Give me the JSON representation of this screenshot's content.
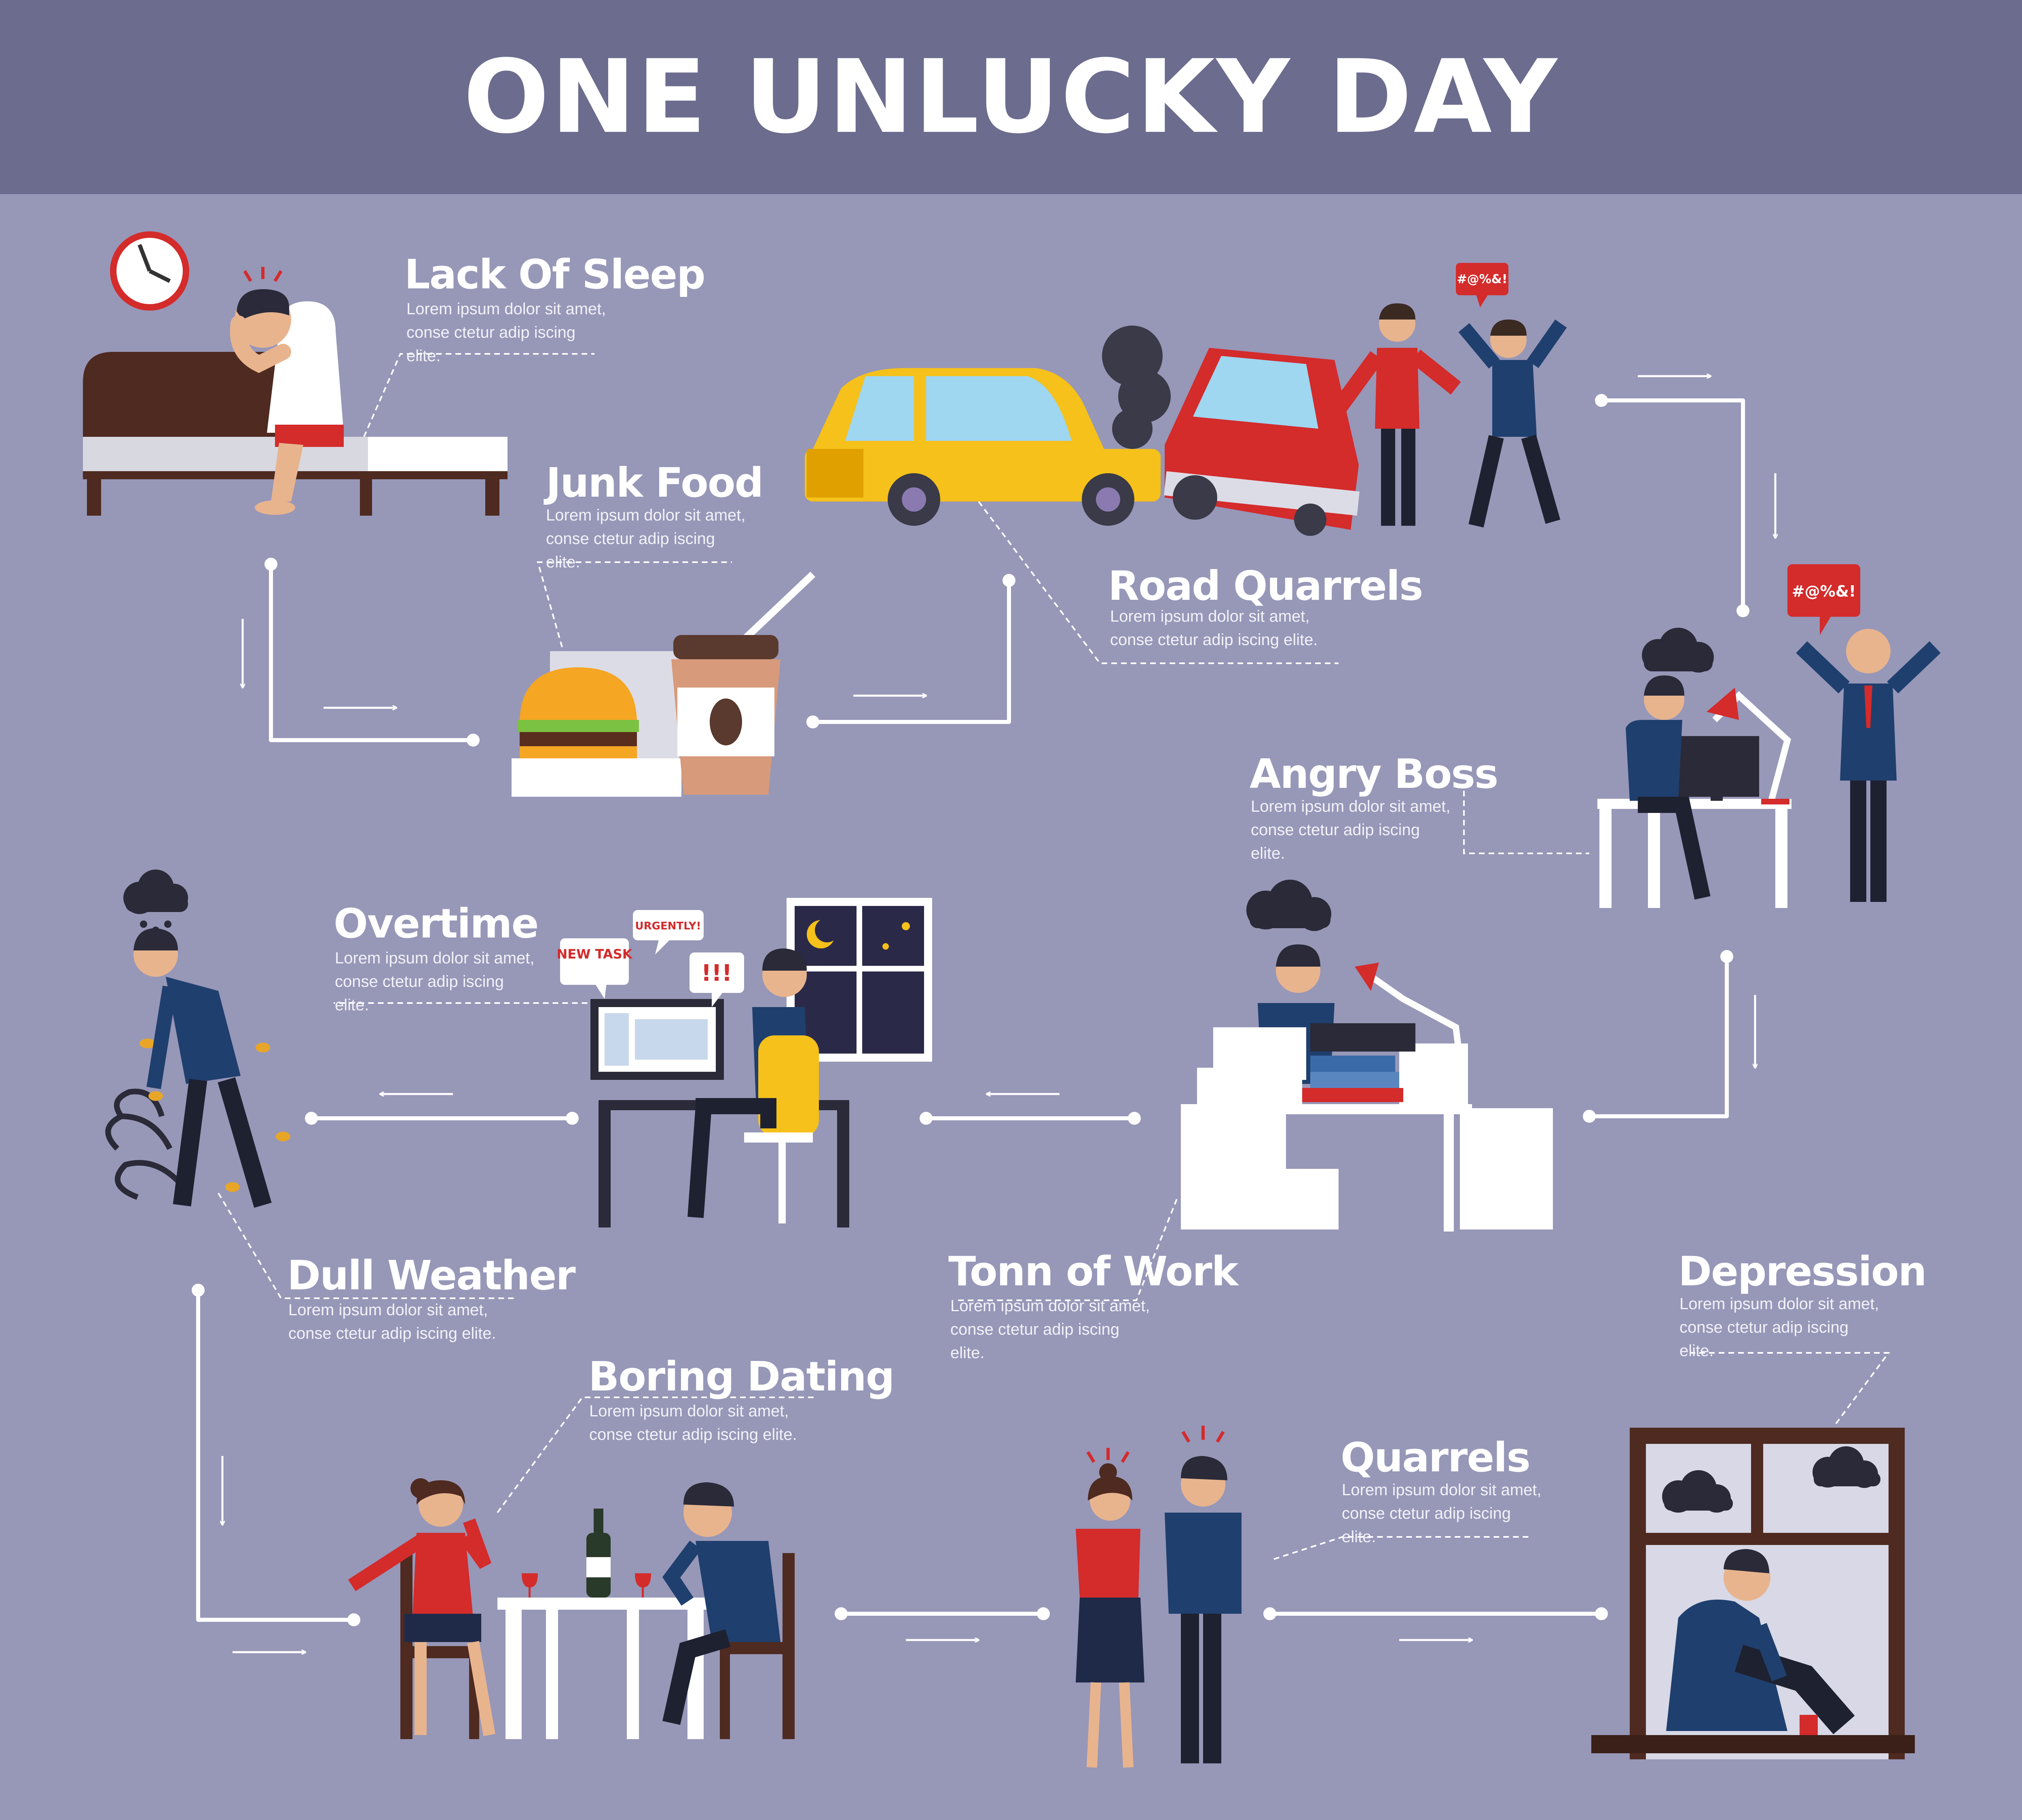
{
  "title": "ONE UNLUCKY DAY",
  "stages": {
    "lack_of_sleep": {
      "title": "Lack Of Sleep",
      "desc": "Lorem ipsum dolor sit amet, conse ctetur adip iscing elite."
    },
    "junk_food": {
      "title": "Junk Food",
      "desc": "Lorem ipsum dolor sit amet, conse ctetur adip iscing elite."
    },
    "road_quarrels": {
      "title": "Road Quarrels",
      "desc": "Lorem ipsum dolor sit amet, conse ctetur adip iscing elite."
    },
    "angry_boss": {
      "title": "Angry Boss",
      "desc": "Lorem ipsum dolor sit amet, conse ctetur adip iscing elite."
    },
    "tonn_of_work": {
      "title": "Tonn of Work",
      "desc": "Lorem ipsum dolor sit amet, conse ctetur adip iscing elite."
    },
    "overtime": {
      "title": "Overtime",
      "desc": "Lorem ipsum dolor sit amet, conse ctetur adip iscing elite."
    },
    "dull_weather": {
      "title": "Dull Weather",
      "desc": "Lorem ipsum dolor sit amet, conse ctetur adip iscing elite."
    },
    "boring_dating": {
      "title": "Boring Dating",
      "desc": "Lorem ipsum dolor sit amet, conse ctetur adip iscing elite."
    },
    "quarrels": {
      "title": "Quarrels",
      "desc": "Lorem ipsum dolor sit amet, conse ctetur adip iscing elite."
    },
    "depression": {
      "title": "Depression",
      "desc": "Lorem ipsum dolor sit amet, conse ctetur adip iscing elite."
    }
  },
  "speech": {
    "road": "#@%&!",
    "boss": "#@%&!",
    "new_task": "NEW TASK",
    "urgently": "URGENTLY!",
    "exclaim": "!!!"
  },
  "colors": {
    "background": "#9797b8",
    "header": "#6c6c8f",
    "text": "#ffffff",
    "alert_red": "#d42b2b",
    "taxi_yellow": "#f5c11a",
    "car_red": "#d42b2b",
    "shirt_blue": "#1f3f6e",
    "furniture_brown": "#4e2a20"
  },
  "icons": [
    "clock-icon",
    "burger-icon",
    "coffee-cup-icon",
    "taxi-icon",
    "red-car-icon",
    "smoke-icon",
    "cloud-icon",
    "rain-cloud-icon",
    "desk-lamp-icon",
    "computer-icon",
    "paper-stack-icon",
    "night-window-icon",
    "wine-bottle-icon",
    "window-icon"
  ]
}
